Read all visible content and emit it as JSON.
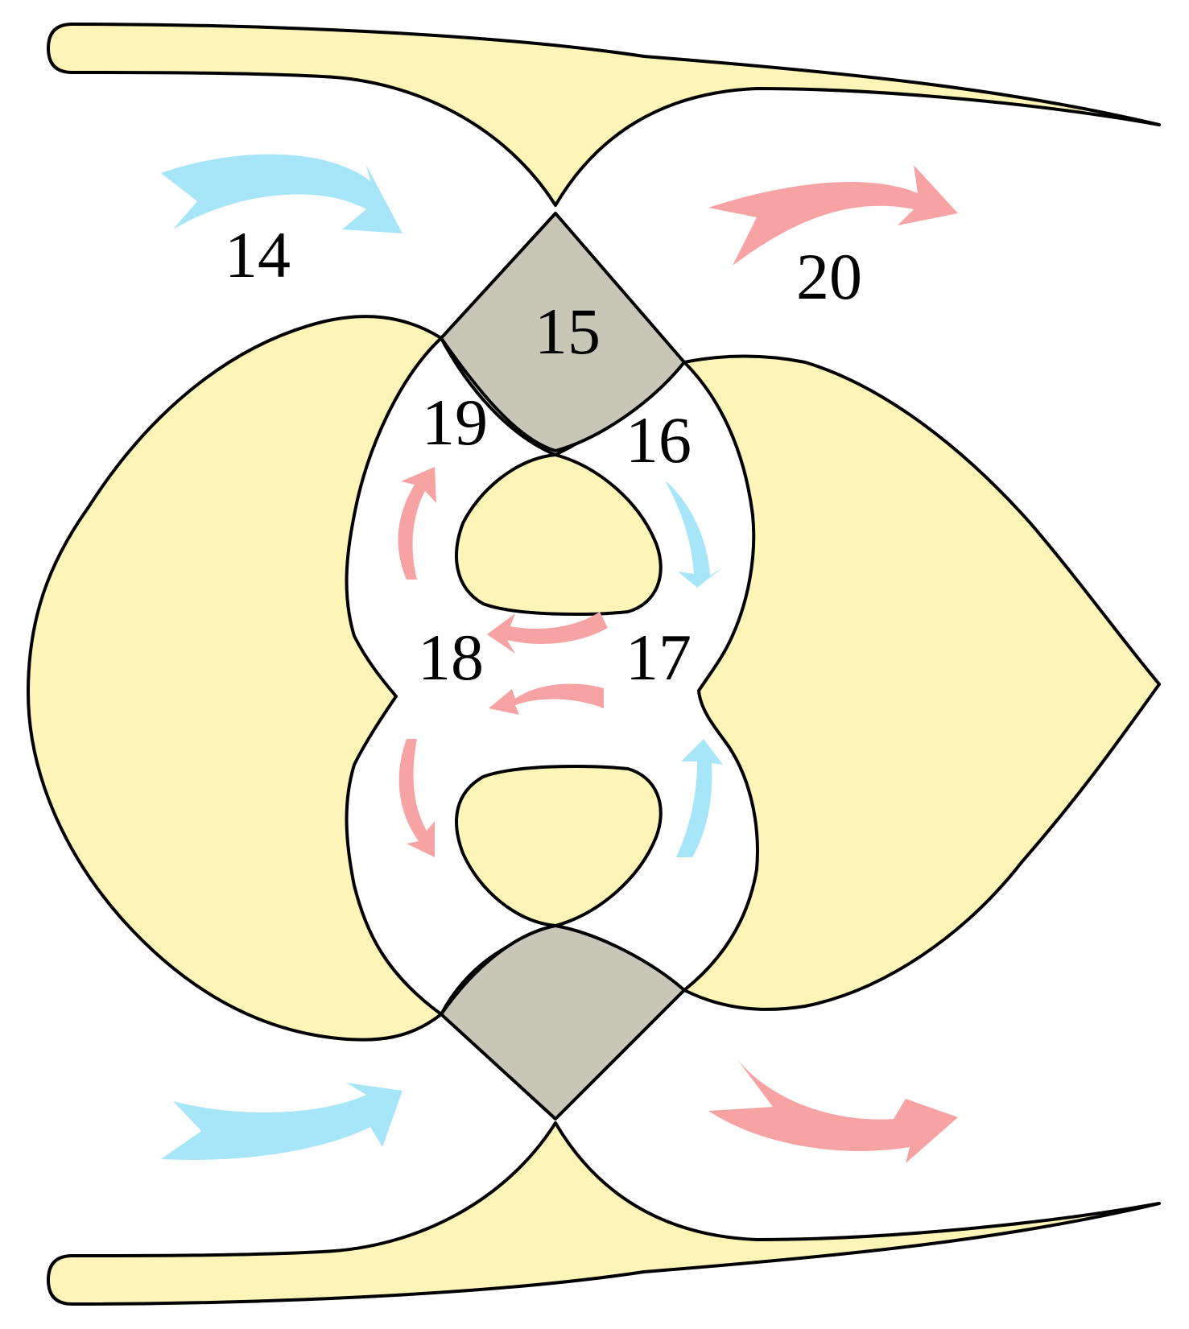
{
  "colors": {
    "body_fill": "#fdf5b8",
    "chamber_fill": "#c8c6b6",
    "outline": "#000000",
    "inflow_arrow": "#a6e6f8",
    "outflow_arrow": "#f8a3a3"
  },
  "labels": {
    "l14": "14",
    "l15": "15",
    "l16": "16",
    "l17": "17",
    "l18": "18",
    "l19": "19",
    "l20": "20"
  },
  "arrows": [
    {
      "name": "inflow-arrow-top-left",
      "color": "inflow_arrow"
    },
    {
      "name": "inflow-arrow-bottom-left",
      "color": "inflow_arrow"
    },
    {
      "name": "outflow-arrow-top-right",
      "color": "outflow_arrow"
    },
    {
      "name": "outflow-arrow-bottom-right",
      "color": "outflow_arrow"
    },
    {
      "name": "circulation-arrow-16",
      "color": "inflow_arrow"
    },
    {
      "name": "circulation-arrow-17",
      "color": "inflow_arrow"
    },
    {
      "name": "circulation-arrow-19",
      "color": "outflow_arrow"
    },
    {
      "name": "circulation-arrow-18",
      "color": "outflow_arrow"
    },
    {
      "name": "circulation-arrow-upper-mid",
      "color": "outflow_arrow"
    },
    {
      "name": "circulation-arrow-lower-mid",
      "color": "outflow_arrow"
    }
  ]
}
